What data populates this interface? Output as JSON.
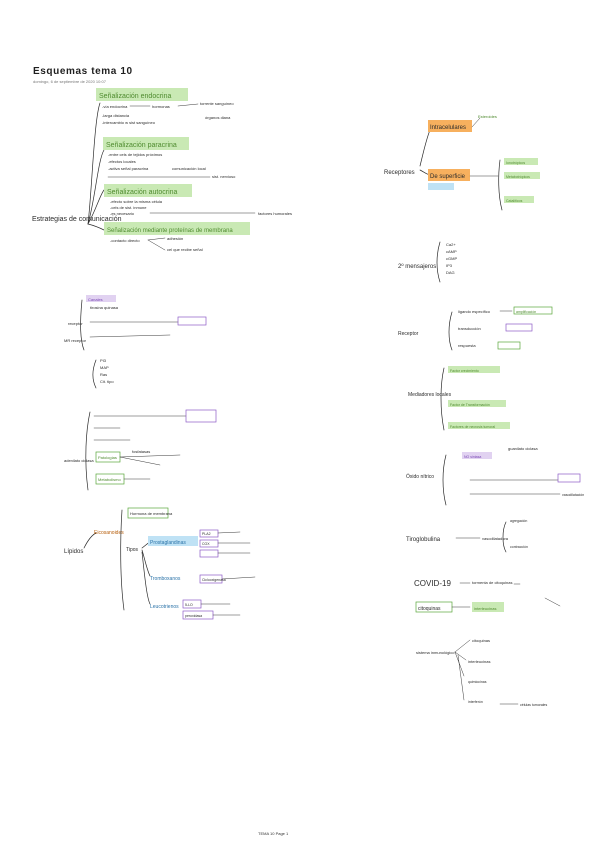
{
  "header": {
    "title": "Esquemas tema 10",
    "date": "domingo, 6 de septiembre de 2020     10:07"
  },
  "footer": {
    "text": "TEMA 10 Page 1"
  },
  "left_column": {
    "root": "Estrategias de comunicación",
    "section1": {
      "heading": "Señalización endocrina",
      "lines": [
        "-vía endocrina",
        "hormonas",
        "torrente sanguíneo",
        "-larga distancia",
        "-intercambio w sist sanguíneo",
        "órganos diana"
      ]
    },
    "section2": {
      "heading": "Señalización paracrina",
      "lines": [
        "-entre cels de tejidos próximos",
        "-efectos locales",
        "-activa señal paracrina",
        "comunicación local",
        "sist. nervioso"
      ]
    },
    "section3": {
      "heading": "Señalización autocrina",
      "lines": [
        "-efecto sobre la misma célula",
        "-cels de sist. inmune",
        "-es necesario",
        "factores humorales"
      ]
    },
    "section4": {
      "heading": "Señalización mediante proteínas de membrana",
      "lines": [
        "-contacto directo",
        "adhesión",
        "cel que recibe señal"
      ]
    },
    "middle_block": {
      "labels": [
        "Canales",
        "receptor",
        "tirosina quinasa",
        "MR receptor",
        "PI3",
        "MAP",
        "Ras",
        "Cit. tipo",
        "adenilato ciclasa",
        "Patologías",
        "fosfatasas",
        "Metabolismo"
      ]
    },
    "lipids_block": {
      "root": "Lípidos",
      "labels": [
        "Eicosanoides",
        "Tipos",
        "Prostaglandinas",
        "Tromboxanos",
        "Leucotrienos",
        "Hormona de membrana",
        "PLA2",
        "COX",
        "Ciclooxigenasa",
        "5-LO",
        "peroxidasa"
      ]
    }
  },
  "right_column": {
    "receptors": {
      "root": "Receptores",
      "items": [
        "Intracelulares",
        "Esteroides",
        "De superficie",
        "Ionotrópicos",
        "Metabotrópicos",
        "Catalíticos"
      ]
    },
    "second_messengers": {
      "root": "2º mensajeros",
      "items": [
        "Ca2+",
        "cAMP",
        "cGMP",
        "IP3",
        "DAG"
      ]
    },
    "receptor_block": {
      "root": "Receptor",
      "items": [
        "ligando específico",
        "amplificación",
        "transducción",
        "respuesta"
      ]
    },
    "local_mediators": {
      "root": "Mediadores locales",
      "items": [
        "Factor crecimiento",
        "Factor de Transformación",
        "Factores de necrosis tumoral"
      ]
    },
    "nitric_oxide": {
      "root": "Óxido nítrico",
      "items": [
        "NO sintasa",
        "guanilato ciclasa",
        "vasodilatación"
      ]
    },
    "thyroglobulin": {
      "root": "Tiroglobulina",
      "items": [
        "vasodilatadora",
        "agregación",
        "contracción"
      ]
    },
    "covid": {
      "root": "COVID-19",
      "items": [
        "tormenta de citoquinas",
        "citoquinas",
        "interleucinas"
      ]
    },
    "bottom_tree": {
      "root": "sistema inmunológico",
      "items": [
        "citoquinas",
        "interleucinas",
        "quimiocinas",
        "interferón",
        "células tumorales"
      ]
    }
  },
  "colors": {
    "green_highlight": "#c9e9b4",
    "orange_highlight": "#f7b05e",
    "blue_highlight": "#bfe2f5",
    "purple_highlight": "#e1d2f1"
  }
}
